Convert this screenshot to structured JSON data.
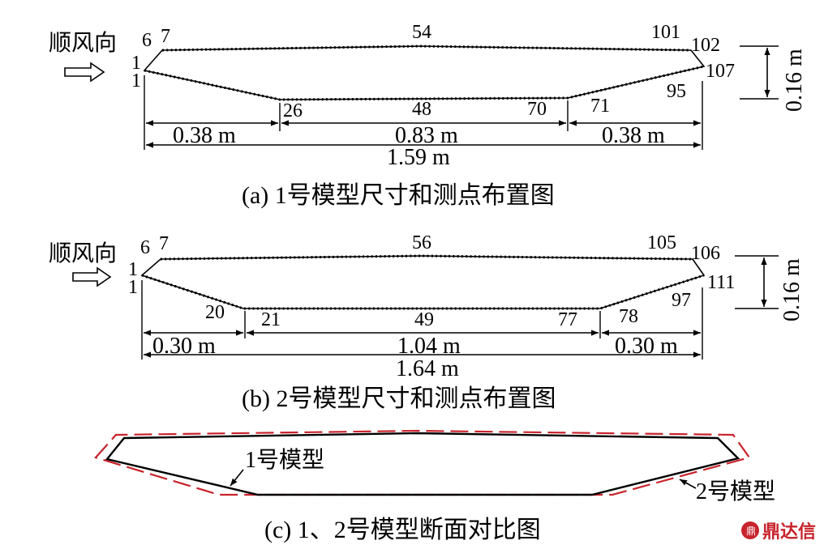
{
  "model1": {
    "wind_label": "顺风向",
    "points": {
      "p1a": "1",
      "p1b": "1",
      "p6": "6",
      "p7": "7",
      "p54": "54",
      "p101": "101",
      "p102": "102",
      "p107": "107",
      "p95": "95",
      "p71": "71",
      "p70": "70",
      "p48": "48",
      "p26": "26"
    },
    "dims": {
      "left": "0.38 m",
      "mid": "0.83 m",
      "right": "0.38 m",
      "total": "1.59 m",
      "height": "0.16 m"
    },
    "caption": "(a) 1号模型尺寸和测点布置图"
  },
  "model2": {
    "wind_label": "顺风向",
    "points": {
      "p1a": "1",
      "p1b": "1",
      "p6": "6",
      "p7": "7",
      "p56": "56",
      "p105": "105",
      "p106": "106",
      "p111": "111",
      "p97": "97",
      "p78": "78",
      "p77": "77",
      "p49": "49",
      "p21": "21",
      "p20": "20"
    },
    "dims": {
      "left": "0.30 m",
      "mid": "1.04 m",
      "right": "0.30 m",
      "total": "1.64 m",
      "height": "0.16 m"
    },
    "caption": "(b) 2号模型尺寸和测点布置图"
  },
  "comparison": {
    "label1": "1号模型",
    "label2": "2号模型",
    "caption": "(c) 1、2号模型断面对比图",
    "colors": {
      "model1": "#000000",
      "model2": "#c8232c"
    }
  },
  "watermark": {
    "text": "鼎达信",
    "color": "#c8232c"
  }
}
